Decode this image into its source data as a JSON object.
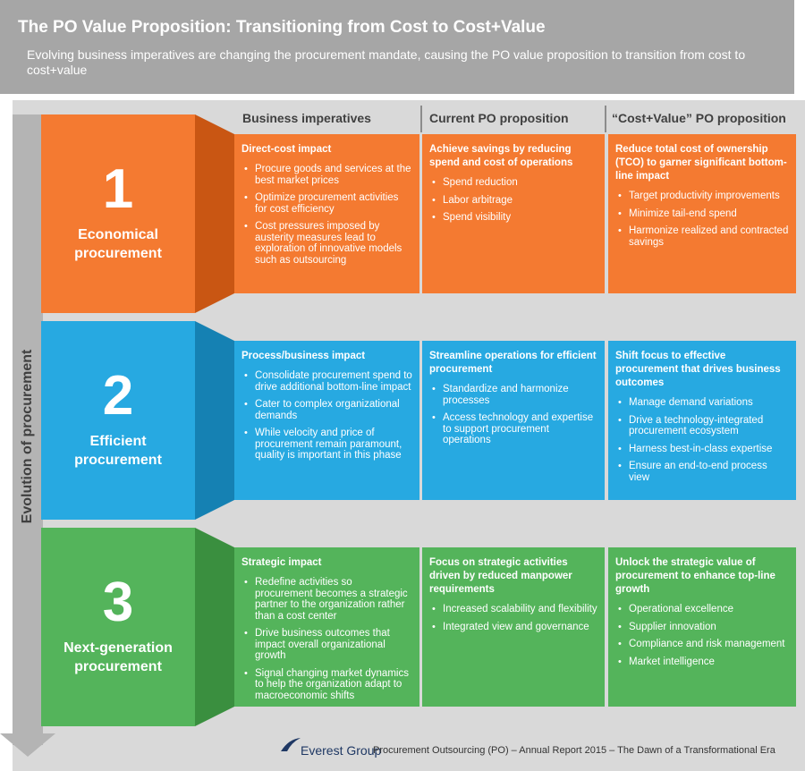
{
  "header": {
    "title": "The PO Value Proposition: Transitioning from Cost to Cost+Value",
    "subtitle": "Evolving business imperatives are changing the procurement mandate, causing the PO value proposition to transition from cost to cost+value"
  },
  "axis_label": "Evolution of procurement",
  "columns": [
    "Business imperatives",
    "Current PO proposition",
    "“Cost+Value” PO proposition"
  ],
  "stages": [
    {
      "number": "1",
      "name_line1": "Economical",
      "name_line2": "procurement",
      "color_main": "#f47a31",
      "color_dark": "#c95613",
      "business": {
        "heading": "Direct-cost impact",
        "bullets": [
          "Procure goods and services at the best market prices",
          "Optimize procurement activities for cost efficiency",
          "Cost pressures imposed by austerity measures lead to exploration of innovative models such as outsourcing"
        ]
      },
      "current": {
        "heading": "Achieve savings by reducing spend and cost of operations",
        "bullets": [
          "Spend reduction",
          "Labor arbitrage",
          "Spend visibility"
        ]
      },
      "costvalue": {
        "heading": "Reduce total cost of ownership (TCO) to garner significant bottom-line impact",
        "bullets": [
          "Target productivity improvements",
          "Minimize tail-end spend",
          "Harmonize realized and contracted savings"
        ]
      }
    },
    {
      "number": "2",
      "name_line1": "Efficient",
      "name_line2": "procurement",
      "color_main": "#27a9e1",
      "color_dark": "#1581b3",
      "business": {
        "heading": "Process/business impact",
        "bullets": [
          "Consolidate procurement spend to drive additional bottom-line impact",
          "Cater to complex organizational demands",
          "While velocity and price of procurement remain paramount, quality is important in this phase"
        ]
      },
      "current": {
        "heading": "Streamline operations for efficient procurement",
        "bullets": [
          "Standardize and harmonize processes",
          "Access technology and expertise to support procurement operations"
        ]
      },
      "costvalue": {
        "heading": "Shift focus to effective procurement that drives business outcomes",
        "bullets": [
          "Manage demand variations",
          "Drive a technology-integrated procurement ecosystem",
          "Harness best-in-class expertise",
          "Ensure an end-to-end process view"
        ]
      }
    },
    {
      "number": "3",
      "name_line1": "Next-generation",
      "name_line2": "procurement",
      "color_main": "#54b45b",
      "color_dark": "#3a8f3f",
      "business": {
        "heading": "Strategic impact",
        "bullets": [
          "Redefine activities so procurement becomes a strategic partner to the organization rather than a cost center",
          "Drive business outcomes that impact overall organizational growth",
          "Signal changing market dynamics to help the organization adapt to macroeconomic shifts"
        ]
      },
      "current": {
        "heading": "Focus on strategic activities driven by reduced manpower requirements",
        "bullets": [
          "Increased scalability and flexibility",
          "Integrated view and governance"
        ]
      },
      "costvalue": {
        "heading": "Unlock the strategic value of procurement to enhance top-line growth",
        "bullets": [
          "Operational excellence",
          "Supplier innovation",
          "Compliance and risk management",
          "Market intelligence"
        ]
      }
    }
  ],
  "footer": {
    "brand": "Everest Group",
    "text": "Procurement Outsourcing (PO) – Annual Report 2015 – The Dawn of a Transformational Era"
  }
}
